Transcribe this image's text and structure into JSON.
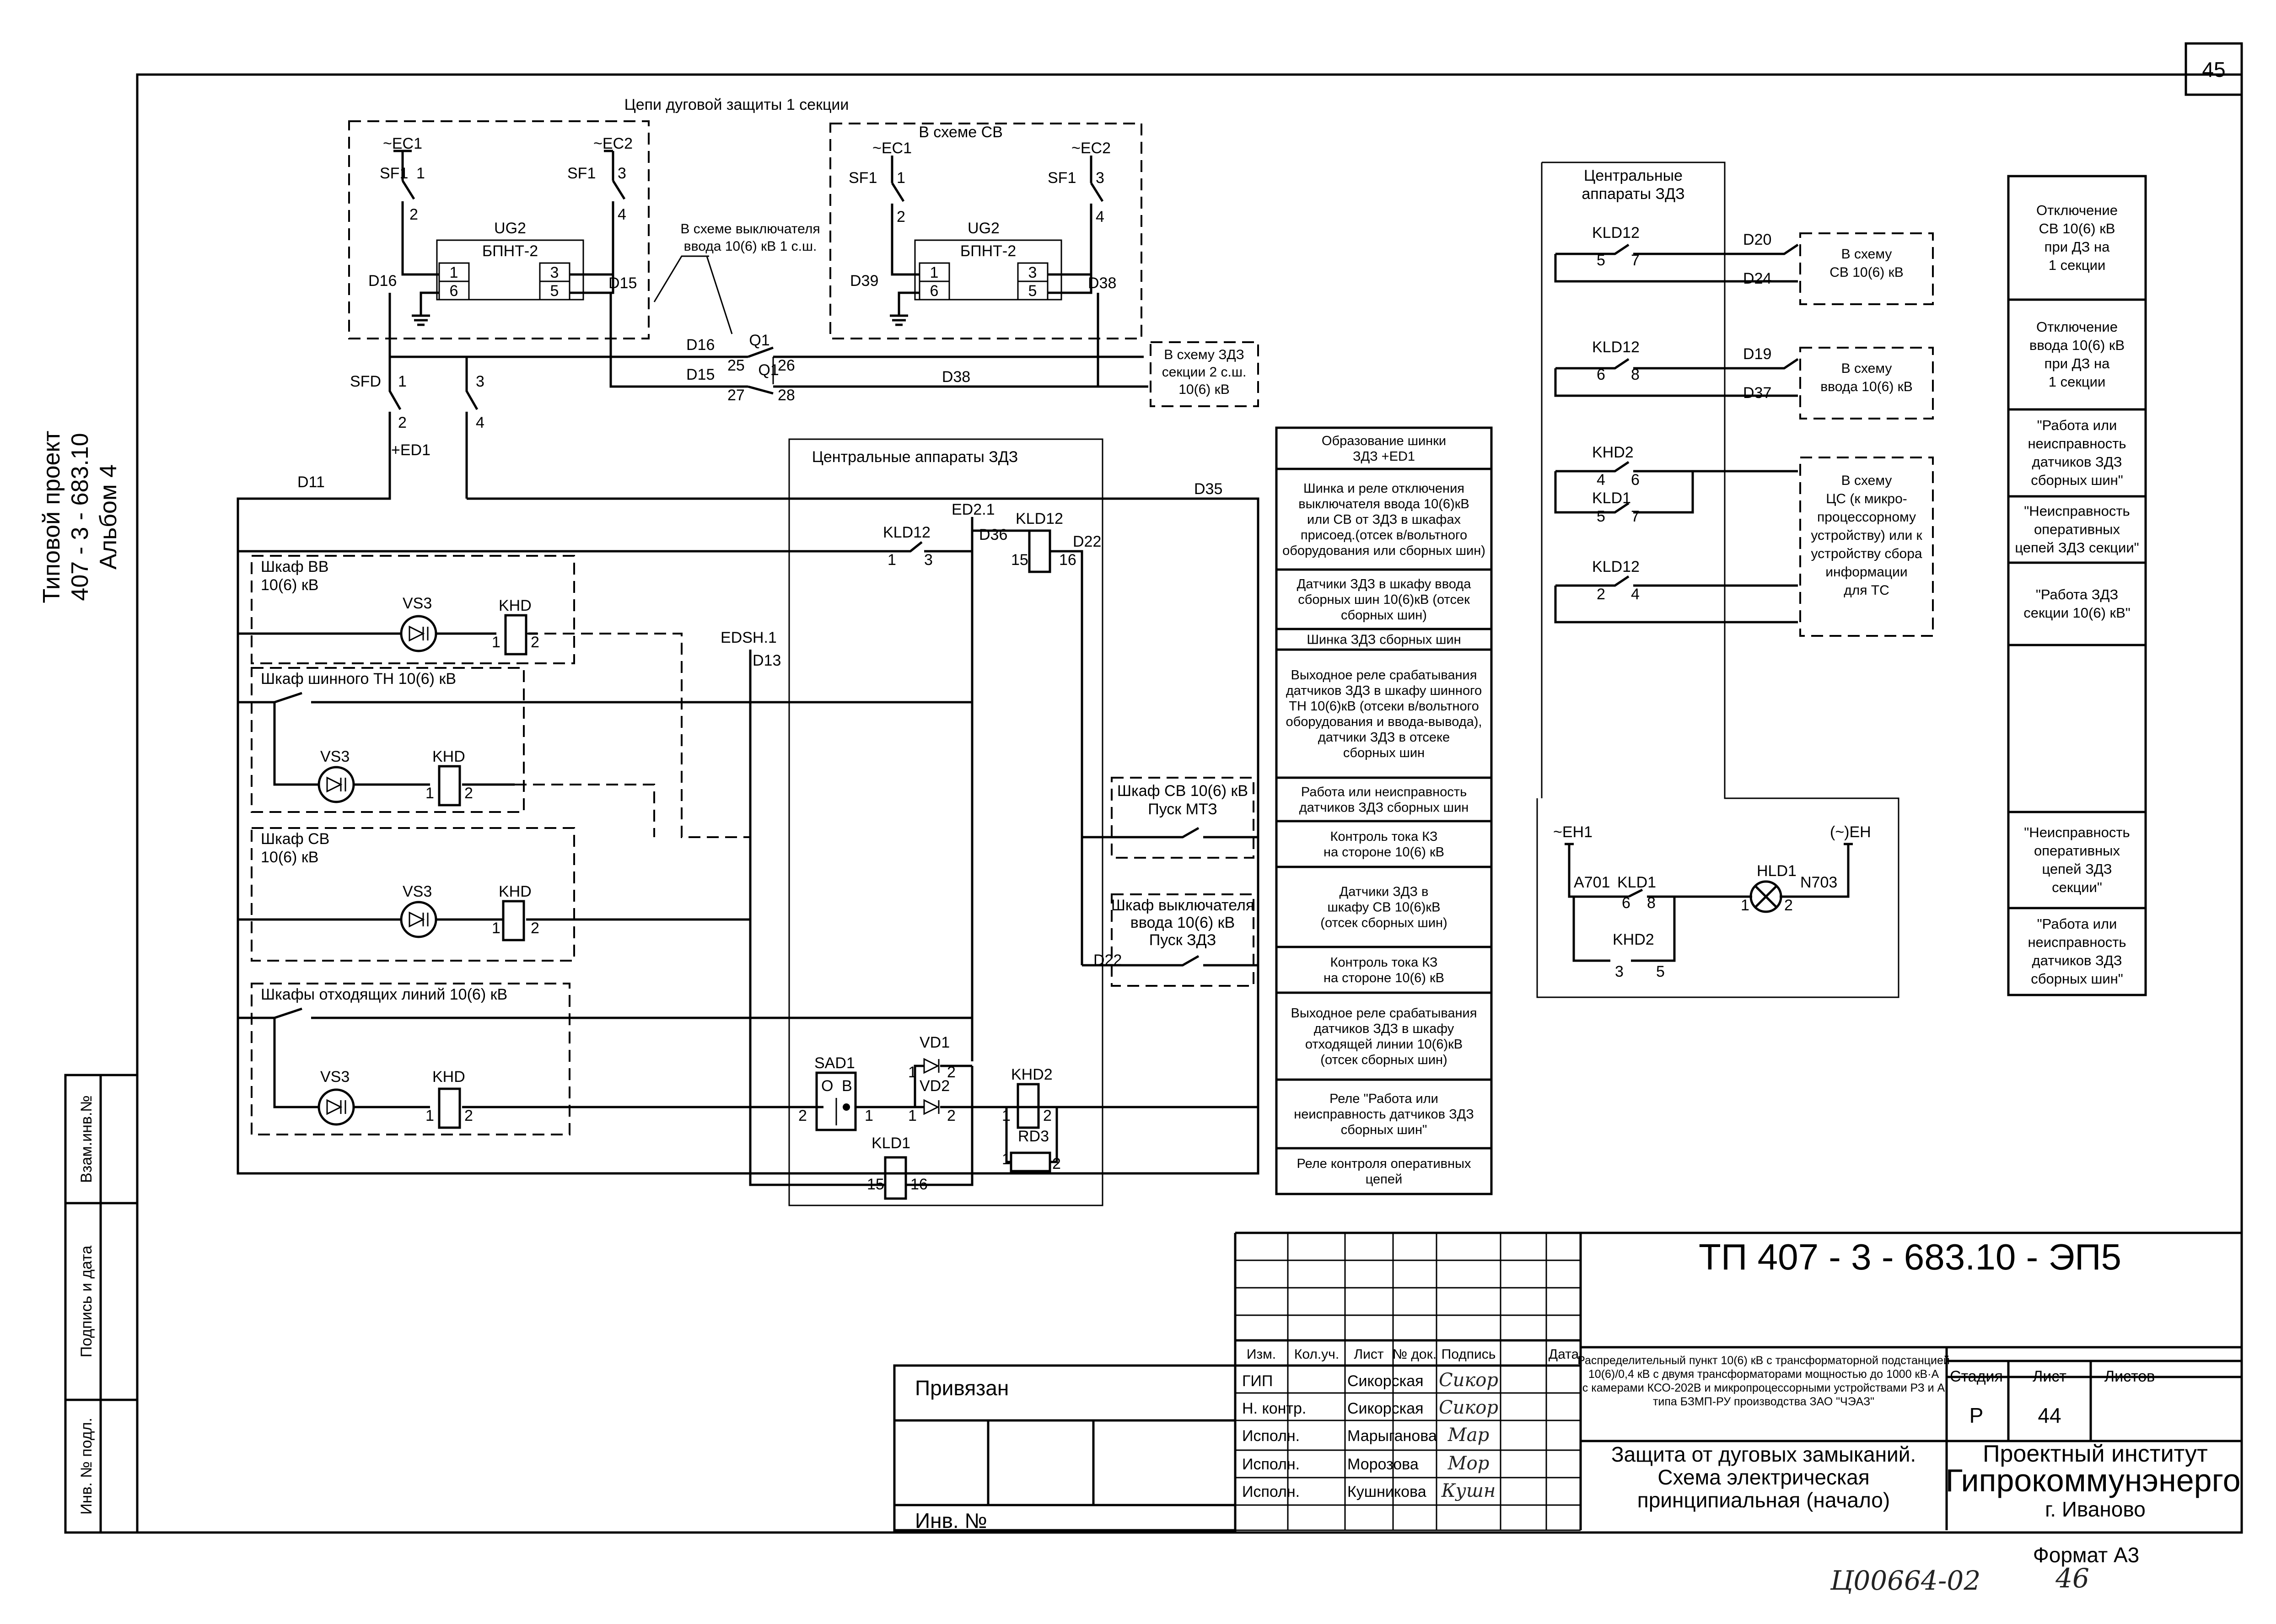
{
  "sheet_number": "45",
  "side_stamp": {
    "line1": "Типовой проект",
    "line2": "407 - 3 - 683.10",
    "line3": "Альбом 4"
  },
  "left_strip": {
    "inv_podl": "Инв. № подл.",
    "podpis": "Подпись и дата",
    "vzam": "Взам.инв.№"
  },
  "arc_title": "Цепи дуговой защиты 1 секции",
  "sv_title": "В схеме СВ",
  "breaker_note": [
    "В схеме выключателя",
    "ввода 10(6) кВ 1 с.ш."
  ],
  "zdz2_note": [
    "В схему ЗДЗ",
    "секции 2 с.ш.",
    "10(6) кВ"
  ],
  "block1": {
    "ec1": "~ЕС1",
    "ec2": "~ЕС2",
    "sf1a": "SF1",
    "sf1b": "SF1",
    "p1": "1",
    "p2": "2",
    "p3": "3",
    "p4": "4",
    "ug": "UG2",
    "bpnt": "БПНТ-2",
    "i1": "1",
    "i6": "6",
    "i3": "3",
    "i5": "5",
    "wl": "D16",
    "wr": "D15"
  },
  "block2": {
    "ec1": "~ЕС1",
    "ec2": "~ЕС2",
    "sf1a": "SF1",
    "sf1b": "SF1",
    "p1": "1",
    "p2": "2",
    "p3": "3",
    "p4": "4",
    "ug": "UG2",
    "bpnt": "БПНТ-2",
    "i1": "1",
    "i6": "6",
    "i3": "3",
    "i5": "5",
    "wl": "D39",
    "wr": "D38"
  },
  "q1": {
    "name_top": "Q1",
    "name_mid": "Q1",
    "p25": "25",
    "p26": "26",
    "p27": "27",
    "p28": "28",
    "d16": "D16",
    "d15": "D15",
    "d38": "D38"
  },
  "sfd": {
    "name": "SFD",
    "p1": "1",
    "p2": "2",
    "p3": "3",
    "p4": "4",
    "ed1": "+ЕD1",
    "d11": "D11",
    "d35": "D35"
  },
  "central_title": "Центральные аппараты ЗДЗ",
  "central": {
    "kld12": "KLD12",
    "p1": "1",
    "p3": "3",
    "ed21": "ЕD2.1",
    "d36": "D36",
    "kld12b": "KLD12",
    "p15": "15",
    "p16": "16",
    "d22": "D22",
    "edsh": "ЕDSH.1",
    "d13": "D13",
    "d22b": "D22"
  },
  "cabinets": [
    {
      "title": [
        "Шкаф ВВ",
        "10(6) кВ"
      ],
      "vs": "VS3",
      "khd": "KHD",
      "a": "1",
      "b": "2"
    },
    {
      "title": [
        "Шкаф шинного ТН 10(6) кВ"
      ],
      "vs": "VS3",
      "khd": "KHD",
      "a": "1",
      "b": "2"
    },
    {
      "title": [
        "Шкаф СВ",
        "10(6) кВ"
      ],
      "vs": "VS3",
      "khd": "KHD",
      "a": "1",
      "b": "2"
    },
    {
      "title": [
        "Шкафы отходящих линий 10(6) кВ"
      ],
      "vs": "VS3",
      "khd": "KHD",
      "a": "1",
      "b": "2"
    }
  ],
  "sv_cab": [
    "Шкаф СВ 10(6) кВ",
    "Пуск МТЗ"
  ],
  "vv_cab": [
    "Шкаф выключателя",
    "ввода 10(6) кВ",
    "Пуск ЗДЗ"
  ],
  "bottom": {
    "sad": "SAD1",
    "o": "О",
    "v": "В",
    "s2": "2",
    "s1": "1",
    "vd1": "VD1",
    "vd2": "VD2",
    "v1": "1",
    "v2": "2",
    "v1b": "1",
    "v2b": "2",
    "khd2": "KHD2",
    "k1": "1",
    "k2": "2",
    "rd3": "RD3",
    "r1": "1",
    "r2": "2",
    "kld1": "KLD1",
    "k15": "15",
    "k16": "16"
  },
  "legend_mid": [
    "Образование шинки|ЗДЗ  +ЕD1",
    "Шинка и реле отключения|выключателя ввода 10(6)кВ|или СВ от ЗДЗ в шкафах|присоед.(отсек в/вольтного|оборудования или сборных шин)",
    "Датчики ЗДЗ в шкафу ввода|сборных шин 10(6)кВ (отсек|сборных шин)",
    "Шинка ЗДЗ сборных шин",
    "Выходное реле срабатывания|датчиков ЗДЗ в шкафу шинного|ТН 10(6)кВ (отсеки в/вольтного|оборудования и ввода-вывода),|датчики ЗДЗ в отсеке|сборных шин",
    "Работа или неисправность|датчиков ЗДЗ сборных шин",
    "Контроль тока КЗ|на стороне 10(6) кВ",
    "Датчики ЗДЗ в|шкафу СВ 10(6)кВ|(отсек сборных шин)",
    "Контроль тока КЗ|на стороне 10(6) кВ",
    "Выходное реле срабатывания|датчиков  ЗДЗ в шкафу|отходящей линии 10(6)кВ|(отсек сборных шин)",
    "Реле \"Работа или|неисправность датчиков ЗДЗ|сборных шин\"",
    "Реле контроля оперативных|цепей"
  ],
  "right_central": {
    "title": [
      "Центральные",
      "аппараты ЗДЗ"
    ],
    "r1": {
      "relay": "KLD12",
      "a": "5",
      "b": "7",
      "d1": "D20",
      "d2": "D24",
      "to": [
        "В схему",
        "СВ 10(6) кВ"
      ]
    },
    "r2": {
      "relay": "KLD12",
      "a": "6",
      "b": "8",
      "d1": "D19",
      "d2": "D37",
      "to": [
        "В схему",
        "ввода 10(6) кВ"
      ]
    },
    "r3": {
      "relay": "KHD2",
      "a": "4",
      "b": "6",
      "relay2": "KLD1",
      "c": "5",
      "d": "7",
      "relay3": "KLD12",
      "e": "2",
      "f": "4",
      "to": [
        "В схему",
        "ЦС (к микро-",
        "процессорному",
        "устройству) или к",
        "устройству сбора",
        "информации",
        "для ТС"
      ]
    },
    "lamp": {
      "eh1": "~ЕН1",
      "eh": "(~)ЕН",
      "a701": "А701",
      "kld1": "KLD1",
      "p6": "6",
      "p8": "8",
      "hld": "HLD1",
      "n703": "N703",
      "h1": "1",
      "h2": "2",
      "khd2": "KHD2",
      "p3": "3",
      "p5": "5"
    }
  },
  "legend_right": [
    "Отключение|СВ 10(6) кВ|при ДЗ на|1 секции",
    "Отключение|ввода 10(6) кВ|при ДЗ на|1 секции",
    "\"Работа или|неисправность|датчиков ЗДЗ|сборных шин\"",
    "\"Неисправность|оперативных|цепей ЗДЗ секции\"",
    "\"Работа ЗДЗ|секции 10(6) кВ\"",
    "",
    "\"Неисправность|оперативных|цепей ЗДЗ|секции\"",
    "\"Работа или|неисправность|датчиков ЗДЗ|сборных шин\""
  ],
  "title_block": {
    "code": "ТП  407 - 3 - 683.10 - ЭП5",
    "hdr": [
      "Изм.",
      "Кол.уч.",
      "Лист",
      "№ док.",
      "Подпись",
      "Дата"
    ],
    "roles": [
      "ГИП",
      "Н. контр.",
      "Исполн.",
      "Исполн.",
      "Исполн."
    ],
    "names": [
      "Сикорская",
      "Сикорская",
      "Марыганова",
      "Морозова",
      "Кушникова"
    ],
    "sigs": [
      "Сикор",
      "Сикор",
      "Мар",
      "Мор",
      "Кушн"
    ],
    "desc": [
      "Распределительный пункт 10(6) кВ с трансформаторной подстанцией",
      "10(6)/0,4 кВ с двумя трансформаторами мощностью до 1000 кВ·А",
      "с камерами КСО-202В и микропроцессорными устройствами РЗ и А",
      "типа БЗМП-РУ производства ЗАО \"ЧЭАЗ\""
    ],
    "stage_h": "Стадия",
    "sheet_h": "Лист",
    "sheets_h": "Листов",
    "stage": "Р",
    "sheet": "44",
    "name": [
      "Защита от дуговых замыканий.",
      "Схема электрическая",
      "принципиальная (начало)"
    ],
    "org1": "Проектный институт",
    "org2": "Гипрокоммунэнерго",
    "org3": "г. Иваново",
    "privyazan": "Привязан",
    "inv": "Инв. №",
    "format": "Формат А3",
    "handwritten1": "Ц00664-02",
    "handwritten2": "46"
  }
}
